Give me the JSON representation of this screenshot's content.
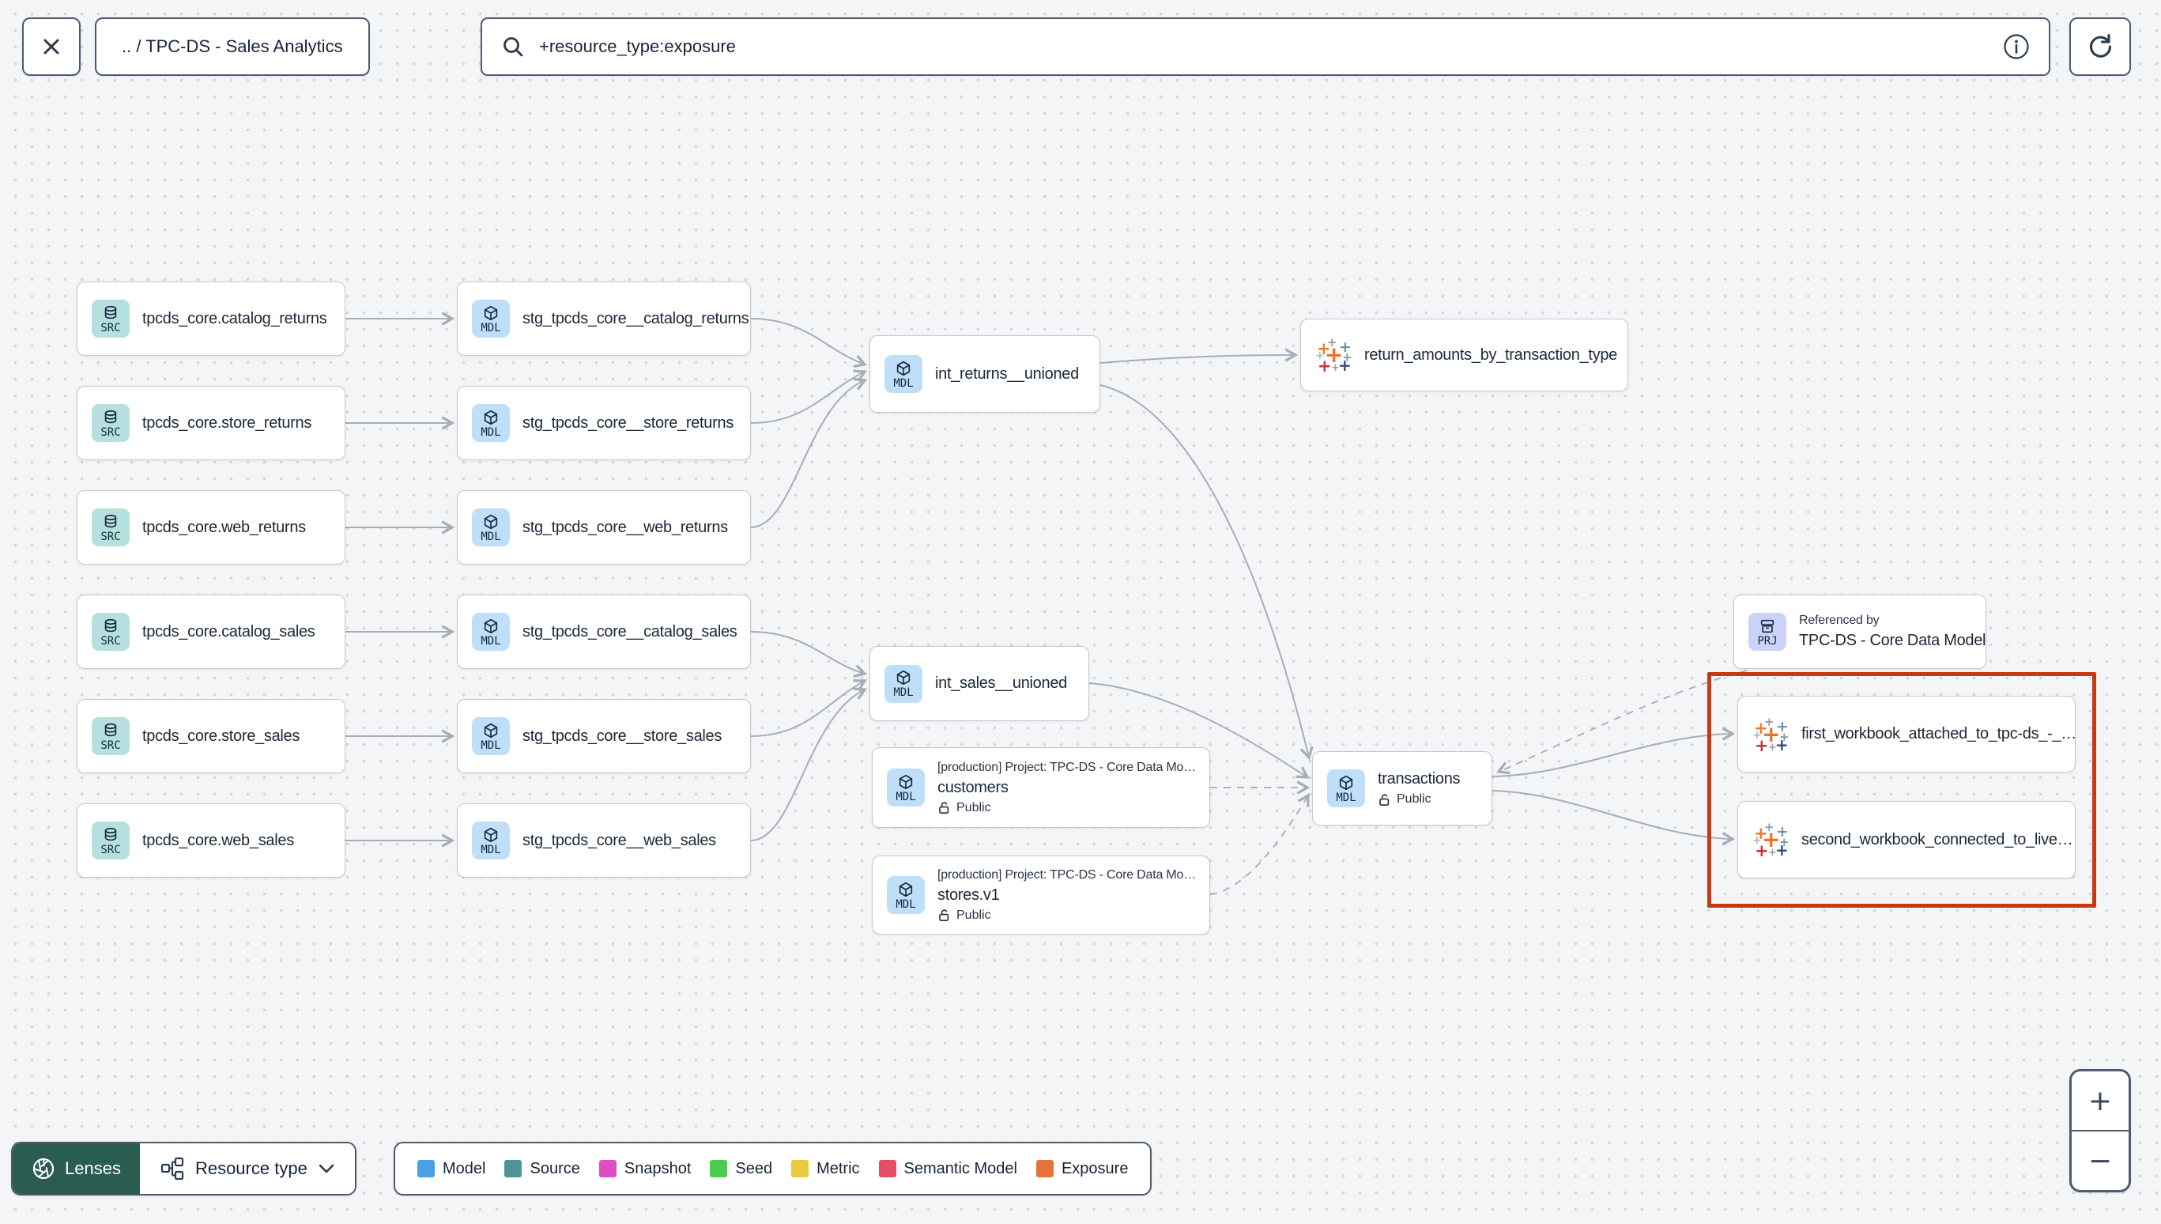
{
  "header": {
    "breadcrumb": ".. / TPC-DS - Sales Analytics",
    "search_value": "+resource_type:exposure"
  },
  "canvas": {
    "highlight_color": "#c53a11",
    "nodes": [
      {
        "badge": "SRC",
        "title": "tpcds_core.catalog_returns"
      },
      {
        "badge": "SRC",
        "title": "tpcds_core.store_returns"
      },
      {
        "badge": "SRC",
        "title": "tpcds_core.web_returns"
      },
      {
        "badge": "SRC",
        "title": "tpcds_core.catalog_sales"
      },
      {
        "badge": "SRC",
        "title": "tpcds_core.store_sales"
      },
      {
        "badge": "SRC",
        "title": "tpcds_core.web_sales"
      },
      {
        "badge": "MDL",
        "title": "stg_tpcds_core__catalog_returns"
      },
      {
        "badge": "MDL",
        "title": "stg_tpcds_core__store_returns"
      },
      {
        "badge": "MDL",
        "title": "stg_tpcds_core__web_returns"
      },
      {
        "badge": "MDL",
        "title": "stg_tpcds_core__catalog_sales"
      },
      {
        "badge": "MDL",
        "title": "stg_tpcds_core__store_sales"
      },
      {
        "badge": "MDL",
        "title": "stg_tpcds_core__web_sales"
      },
      {
        "badge": "MDL",
        "title": "int_returns__unioned"
      },
      {
        "badge": "MDL",
        "title": "int_sales__unioned"
      },
      {
        "badge": "MDL",
        "project": "[production] Project: TPC-DS - Core Data Mo…",
        "title": "customers",
        "access": "Public"
      },
      {
        "badge": "MDL",
        "project": "[production] Project: TPC-DS - Core Data Mo…",
        "title": "stores.v1",
        "access": "Public"
      },
      {
        "badge": "MDL",
        "title": "transactions",
        "access": "Public"
      },
      {
        "title": "return_amounts_by_transaction_type"
      },
      {
        "badge": "PRJ",
        "subtitle": "Referenced by",
        "title": "TPC-DS - Core Data Models"
      },
      {
        "title": "first_workbook_attached_to_tpc-ds_-_…"
      },
      {
        "title": "second_workbook_connected_to_live…"
      }
    ]
  },
  "toolbar": {
    "lenses_label": "Lenses",
    "lenses_bg": "#2a5d50",
    "resource_type_label": "Resource type"
  },
  "legend": {
    "items": [
      {
        "label": "Model",
        "color": "#4aa0e8"
      },
      {
        "label": "Source",
        "color": "#4f949a"
      },
      {
        "label": "Snapshot",
        "color": "#dd4ec4"
      },
      {
        "label": "Seed",
        "color": "#4ccc4c"
      },
      {
        "label": "Metric",
        "color": "#e9c93e"
      },
      {
        "label": "Semantic Model",
        "color": "#e64e63"
      },
      {
        "label": "Exposure",
        "color": "#e5713b"
      }
    ]
  },
  "zoom_controls": {
    "zoom_in": "+",
    "zoom_out": "−"
  }
}
